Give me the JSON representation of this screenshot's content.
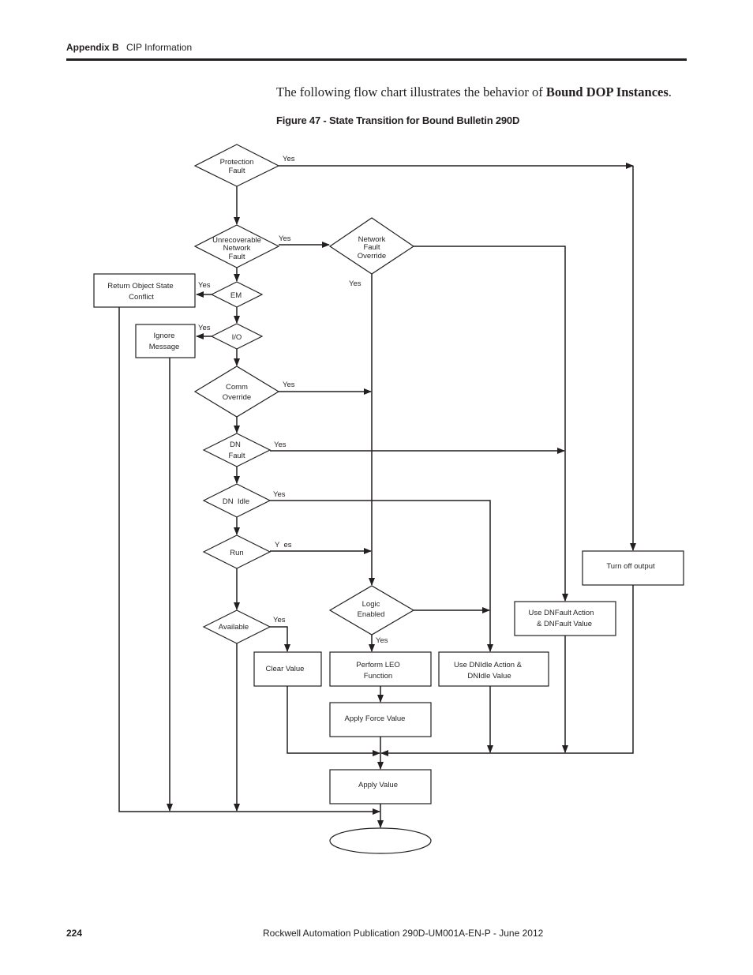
{
  "header": {
    "section": "Appendix B",
    "title": "CIP Information"
  },
  "intro": {
    "text": "The following flow chart illustrates the behavior of ",
    "bold": "Bound DOP Instances",
    "end": "."
  },
  "figure_caption": "Figure 47 - State Transition for Bound Bulletin 290D",
  "flowchart": {
    "decisions": {
      "protection_fault": [
        "Protection",
        "Fault"
      ],
      "unrecoverable_network_fault": [
        "Unrecoverable",
        "Network",
        "Fault"
      ],
      "network_fault_override": [
        "Network",
        "Fault",
        "Override"
      ],
      "em": [
        "EM"
      ],
      "io": [
        "I/O"
      ],
      "comm_override": [
        "Comm",
        "Override"
      ],
      "dn_fault": [
        "DN",
        "Fault"
      ],
      "dn_idle": [
        "DN  Idle"
      ],
      "run": [
        "Run"
      ],
      "available": [
        "Available"
      ],
      "logic_enabled": [
        "Logic",
        "Enabled"
      ]
    },
    "processes": {
      "return_object_state_conflict": [
        "Return Object State",
        "Conflict"
      ],
      "ignore_message": [
        "Ignore",
        "Message"
      ],
      "turn_off_output": [
        "Turn off output"
      ],
      "use_dnfault": [
        "Use DNFault Action",
        "& DNFault Value"
      ],
      "clear_value": [
        "Clear Value"
      ],
      "perform_leo": [
        "Perform LEO",
        "Function"
      ],
      "use_dnidle": [
        "Use DNIdle Action &",
        "DNIdle Value"
      ],
      "apply_force_value": [
        "Apply Force Value"
      ],
      "apply_value": [
        "Apply Value"
      ]
    },
    "edge_labels": {
      "yes": "Yes",
      "run_yes": "Y  es"
    }
  },
  "footer": {
    "page_number": "224",
    "publication": "Rockwell Automation Publication 290D-UM001A-EN-P - June 2012"
  }
}
